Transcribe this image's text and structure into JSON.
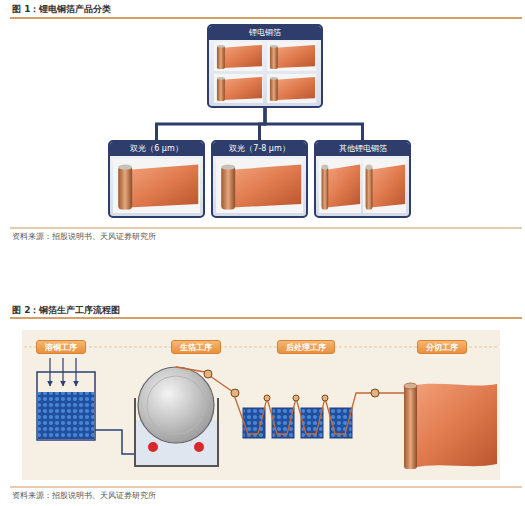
{
  "diagram": {
    "title": "图 1：锂电铜箔产品分类",
    "nodes": [
      {
        "text": [
          "锂电铜箔"
        ]
      },
      {
        "text": [
          "双光（6 μm）"
        ]
      },
      {
        "text": [
          "双光（7-8 μm）"
        ]
      },
      {
        "text": [
          "其他锂电铜箔"
        ]
      },
      {
        "text": [
          "溶铜工序"
        ]
      },
      {
        "text": [
          "生箔工序"
        ]
      },
      {
        "text": [
          "后处理工序"
        ]
      },
      {
        "text": [
          "分切工序"
        ]
      }
    ],
    "edges": [
      {
        "from": 0,
        "to": 1,
        "arrow": "none"
      },
      {
        "from": 0,
        "to": 2,
        "arrow": "none"
      },
      {
        "from": 0,
        "to": 3,
        "arrow": "none"
      }
    ],
    "labels": [
      "资料来源：招股说明书、天风证券研究所",
      "图 2：铜箔生产工序流程图",
      "资料来源：招股说明书、天风证券研究所"
    ]
  }
}
